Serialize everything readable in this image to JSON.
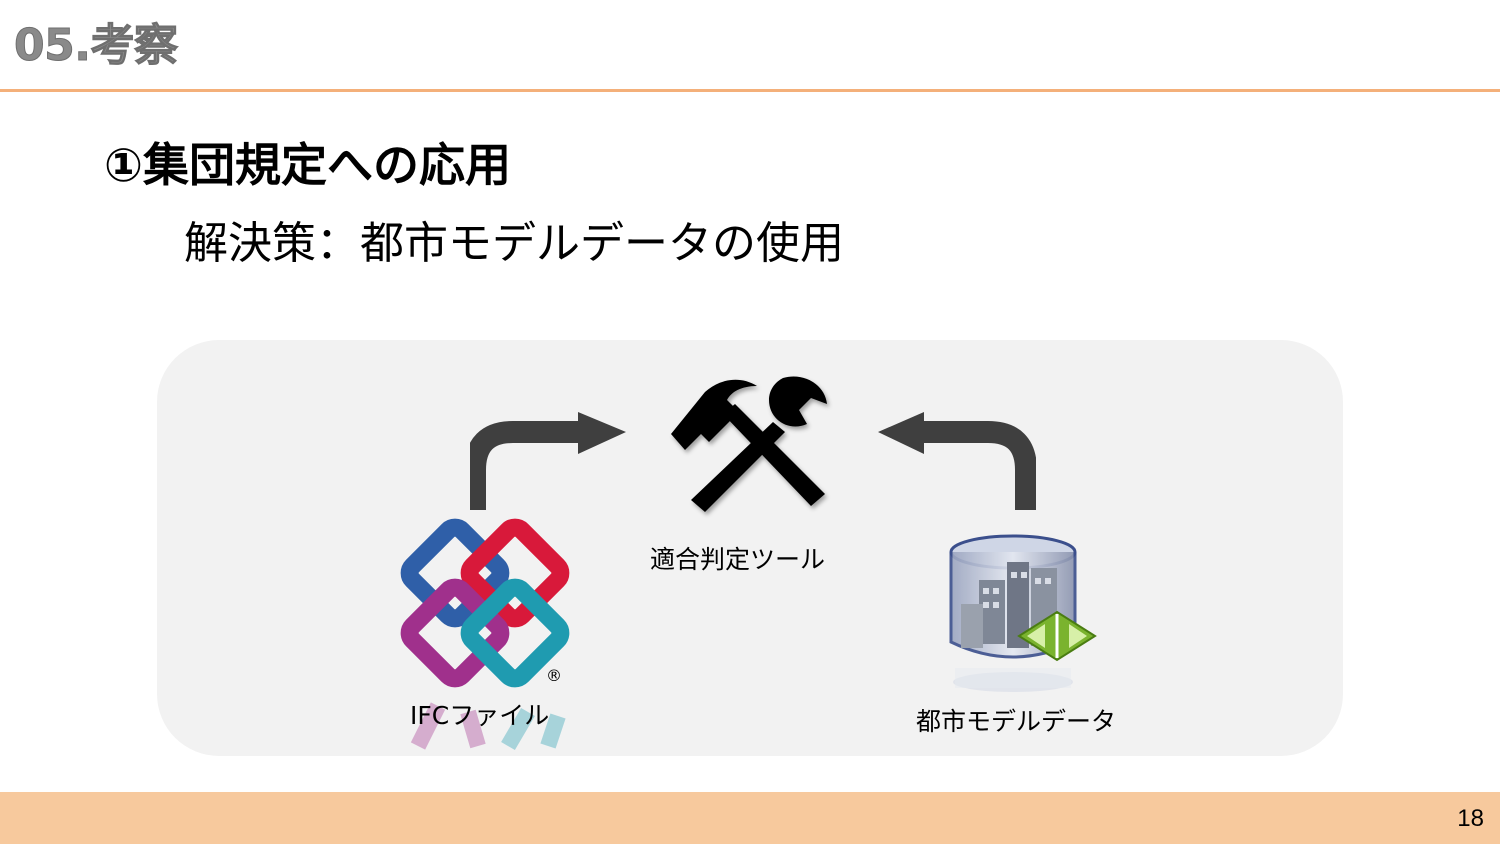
{
  "header": {
    "title": "05.考察"
  },
  "section": {
    "heading": "①集団規定への応用",
    "solution": "解決策：都市モデルデータの使用"
  },
  "diagram": {
    "tool_label": "適合判定ツール",
    "ifc_label": "IFCファイル",
    "registered_mark": "®",
    "city_label": "都市モデルデータ",
    "icons": [
      "hammer-wrench-icon",
      "ifc-logo",
      "city-database-icon"
    ],
    "colors": {
      "panel": "#f2f2f2",
      "arrow": "#3f3f3f",
      "ifc_blue": "#2f5fa8",
      "ifc_red": "#d8193a",
      "ifc_purple": "#a0308c",
      "ifc_teal": "#1f9bb0",
      "city_green": "#7ab32e"
    }
  },
  "footer": {
    "page_number": "18"
  },
  "theme": {
    "accent": "#f4b07a",
    "footer": "#f7c99d"
  }
}
